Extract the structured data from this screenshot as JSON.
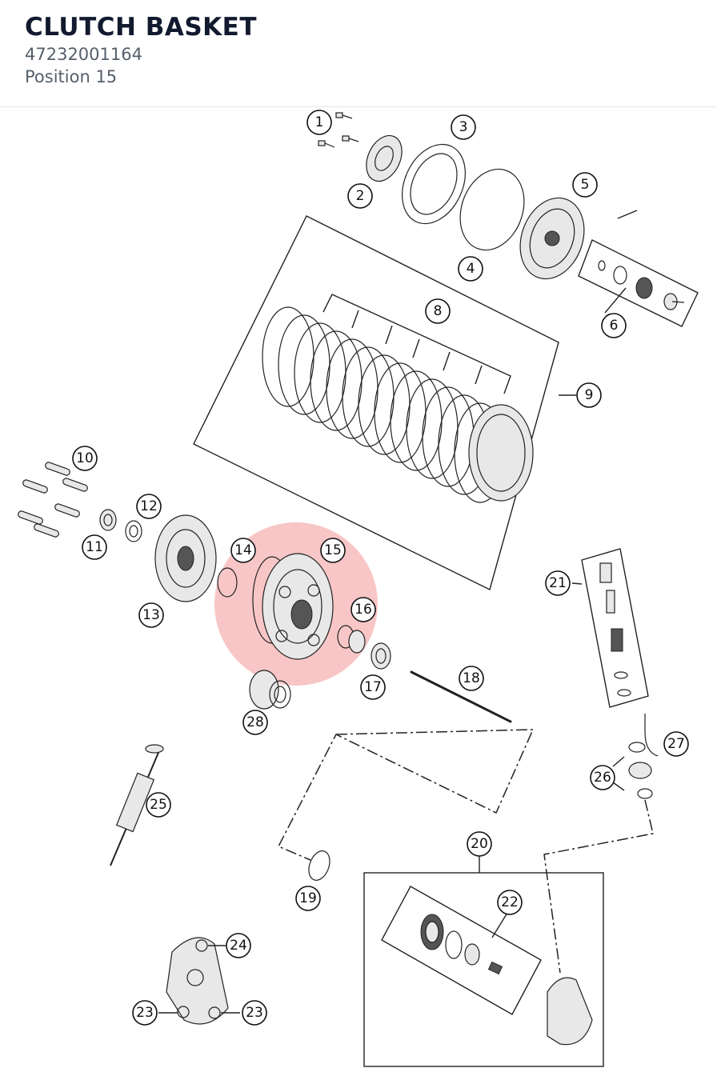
{
  "header": {
    "title": "CLUTCH BASKET",
    "part_number": "47232001164",
    "position": "Position 15"
  },
  "highlight": {
    "selected_position": "15",
    "color": "#f08080"
  },
  "callouts": {
    "c1": "1",
    "c2": "2",
    "c3": "3",
    "c4": "4",
    "c5": "5",
    "c6": "6",
    "c8": "8",
    "c9": "9",
    "c10": "10",
    "c11": "11",
    "c12": "12",
    "c13": "13",
    "c14": "14",
    "c15": "15",
    "c16": "16",
    "c17": "17",
    "c18": "18",
    "c19": "19",
    "c20": "20",
    "c21": "21",
    "c22": "22",
    "c23a": "23",
    "c23b": "23",
    "c24": "24",
    "c25": "25",
    "c26": "26",
    "c27": "27",
    "c28": "28"
  }
}
